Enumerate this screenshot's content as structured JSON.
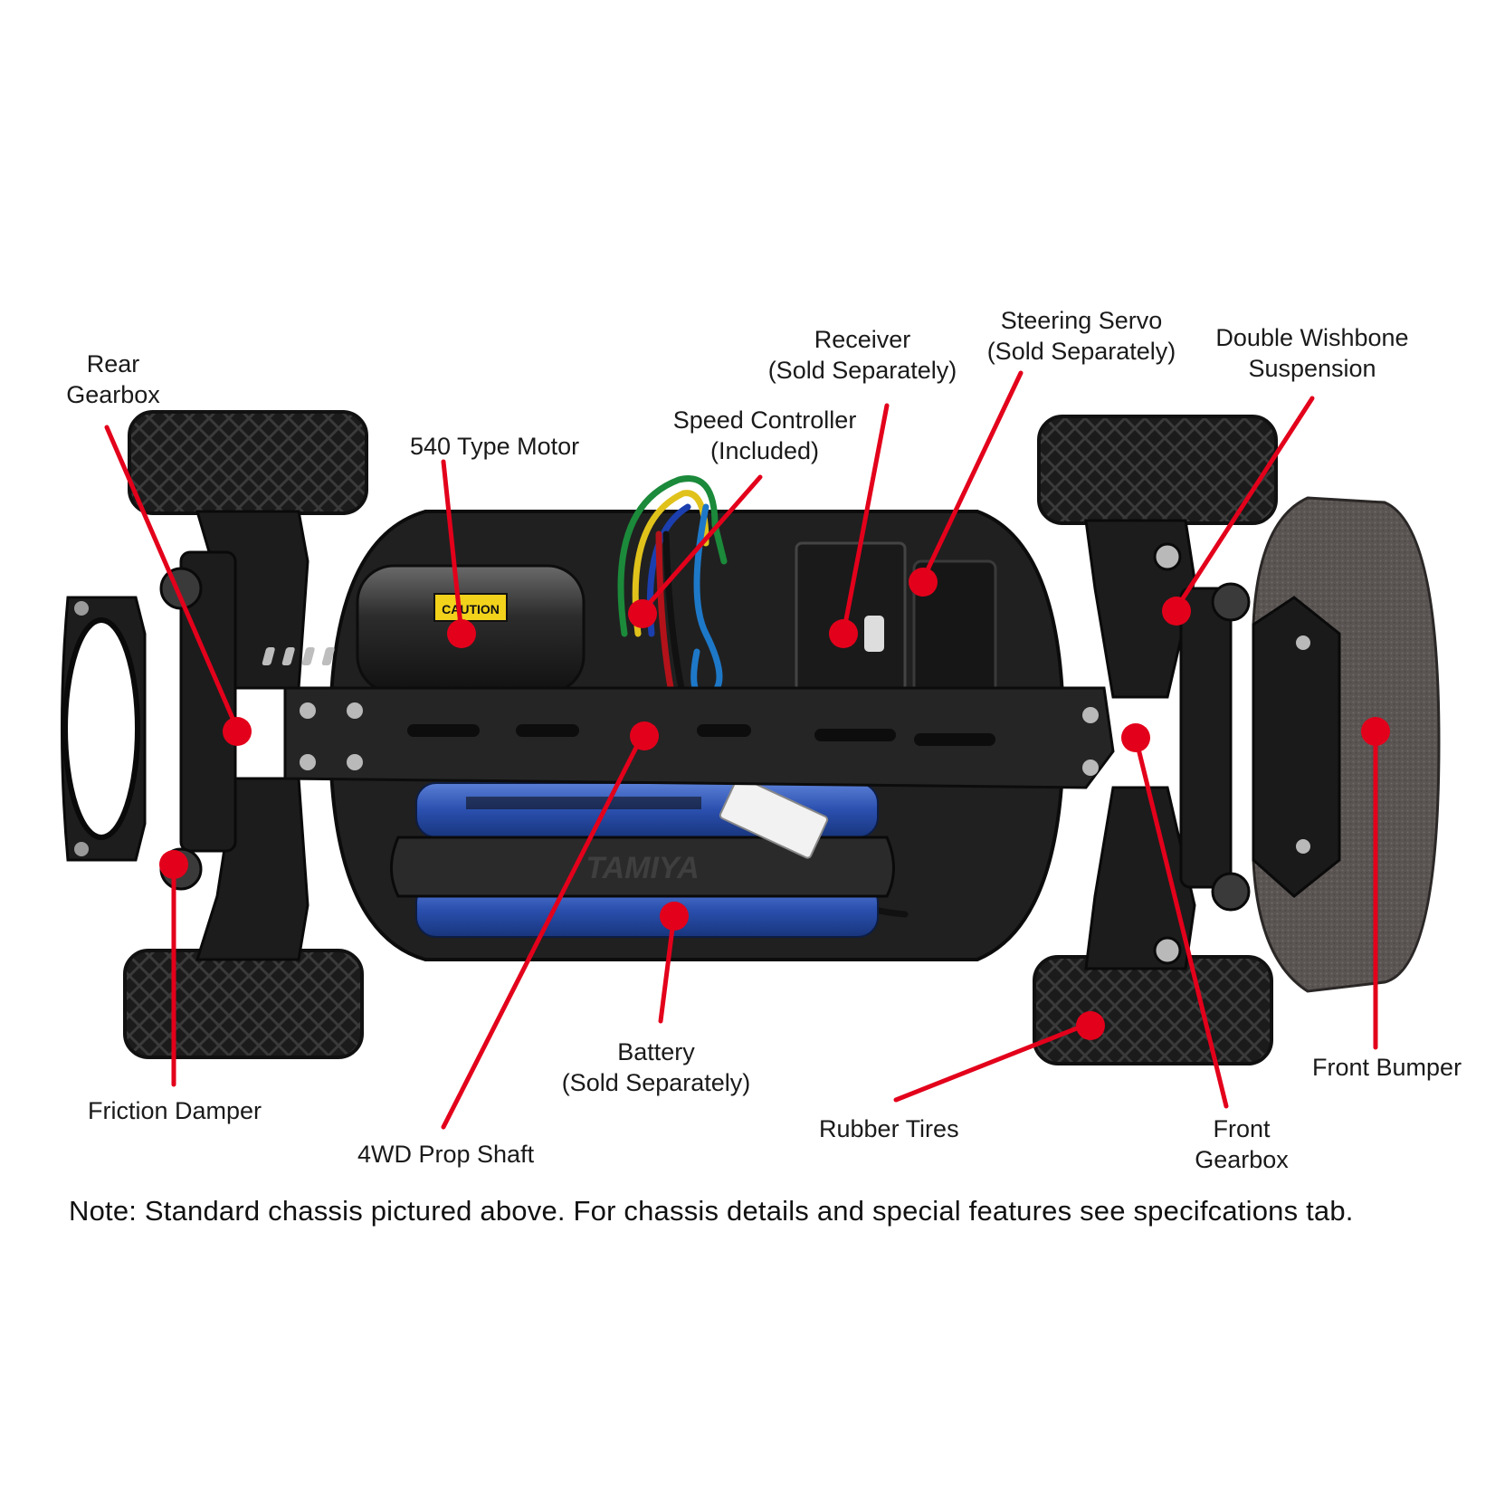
{
  "accent_color": "#e3001b",
  "callouts": {
    "rear_gearbox": {
      "line1": "Rear",
      "line2": "Gearbox"
    },
    "motor": {
      "line1": "540 Type Motor"
    },
    "speed_controller": {
      "line1": "Speed Controller",
      "line2": "(Included)"
    },
    "receiver": {
      "line1": "Receiver",
      "line2": "(Sold Separately)"
    },
    "steering_servo": {
      "line1": "Steering Servo",
      "line2": "(Sold Separately)"
    },
    "double_wishbone": {
      "line1": "Double Wishbone",
      "line2": "Suspension"
    },
    "friction_damper": {
      "line1": "Friction Damper"
    },
    "prop_shaft": {
      "line1": "4WD Prop Shaft"
    },
    "battery": {
      "line1": "Battery",
      "line2": "(Sold Separately)"
    },
    "rubber_tires": {
      "line1": "Rubber Tires"
    },
    "front_gearbox": {
      "line1": "Front",
      "line2": "Gearbox"
    },
    "front_bumper": {
      "line1": "Front Bumper"
    }
  },
  "chassis_markings": {
    "caution_label": "CAUTION",
    "brand_plate": "TAMIYA"
  },
  "note": "Note: Standard chassis pictured above. For chassis details and special features see specifcations tab."
}
